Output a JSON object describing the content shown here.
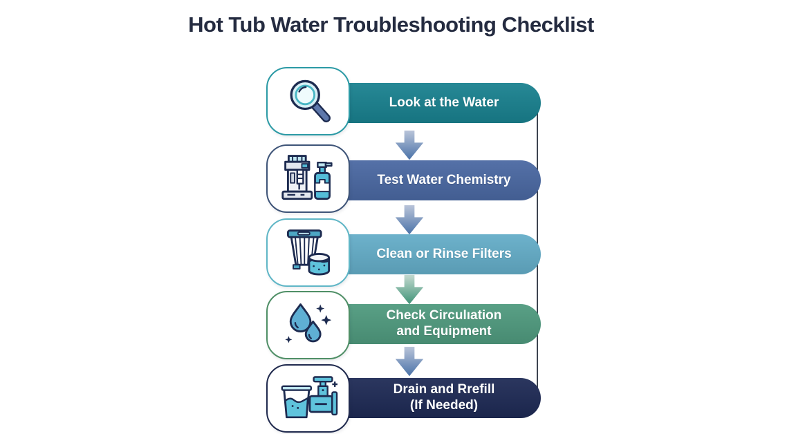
{
  "title": "Hot Tub Water Troubleshooting Checklist",
  "steps": [
    {
      "label": "Look at the Water",
      "label2": "",
      "pill_color": "#19818F",
      "border_color": "#2B9AA5",
      "icon": "magnifier"
    },
    {
      "label": "Test Water Chemistry",
      "label2": "",
      "pill_color": "#4A68A2",
      "border_color": "#3E5478",
      "icon": "test-kit"
    },
    {
      "label": "Clean or Rinse Filters",
      "label2": "",
      "pill_color": "#64ADC8",
      "border_color": "#5FB6C6",
      "icon": "filter-cartridge"
    },
    {
      "label": "Check Circulıation",
      "label2": "and Equipment",
      "pill_color": "#4F9A7E",
      "border_color": "#4F8F66",
      "icon": "water-drops"
    },
    {
      "label": "Drain and Rrefill",
      "label2": "(If Needed)",
      "pill_color": "#1E2A55",
      "border_color": "#202A4E",
      "icon": "drain-valve"
    }
  ],
  "arrows": [
    {
      "between": "step-1-and-2",
      "color": "blue"
    },
    {
      "between": "step-2-and-3",
      "color": "blue"
    },
    {
      "between": "step-3-and-4",
      "color": "green"
    },
    {
      "between": "step-4-and-5",
      "color": "blue"
    }
  ],
  "colors": {
    "title": "#242B40",
    "background": "#FFFFFF",
    "connector": "#3D4450",
    "arrow_blue_top": "#B9C4D9",
    "arrow_blue_bottom": "#4A72A8",
    "arrow_green_top": "#C3D9CF",
    "arrow_green_bottom": "#3F9377"
  }
}
